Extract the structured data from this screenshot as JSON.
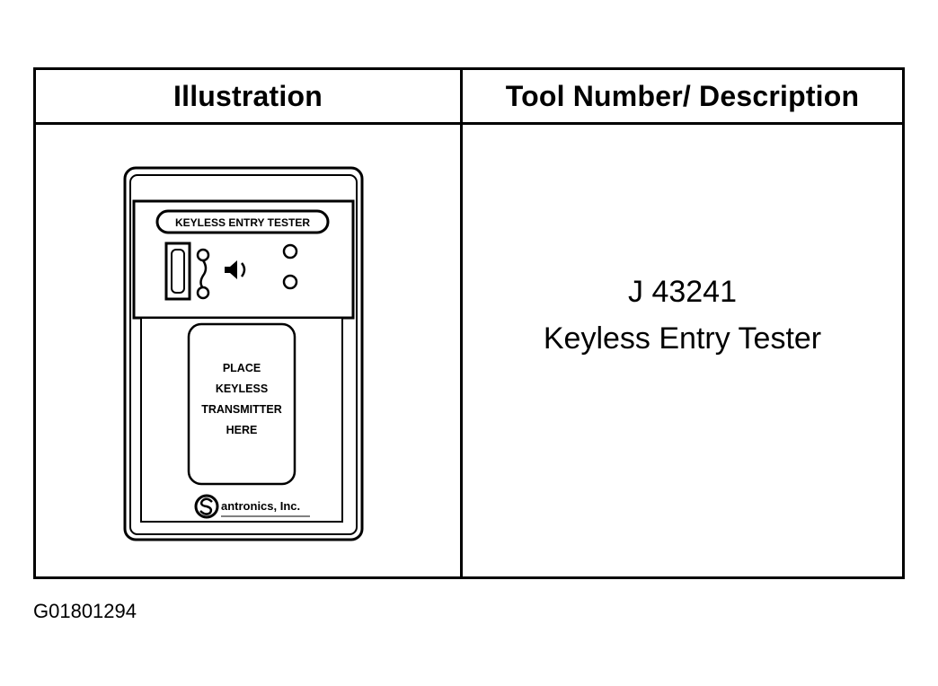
{
  "table": {
    "headers": {
      "illustration": "Illustration",
      "tool_description": "Tool Number/ Description"
    },
    "rows": [
      {
        "tool_number": "J 43241",
        "description": "Keyless Entry Tester",
        "device": {
          "panel_label": "KEYLESS ENTRY TESTER",
          "slot_text": [
            "PLACE",
            "KEYLESS",
            "TRANSMITTER",
            "HERE"
          ],
          "maker": "antronics, Inc."
        }
      }
    ]
  },
  "figure_id": "G01801294"
}
